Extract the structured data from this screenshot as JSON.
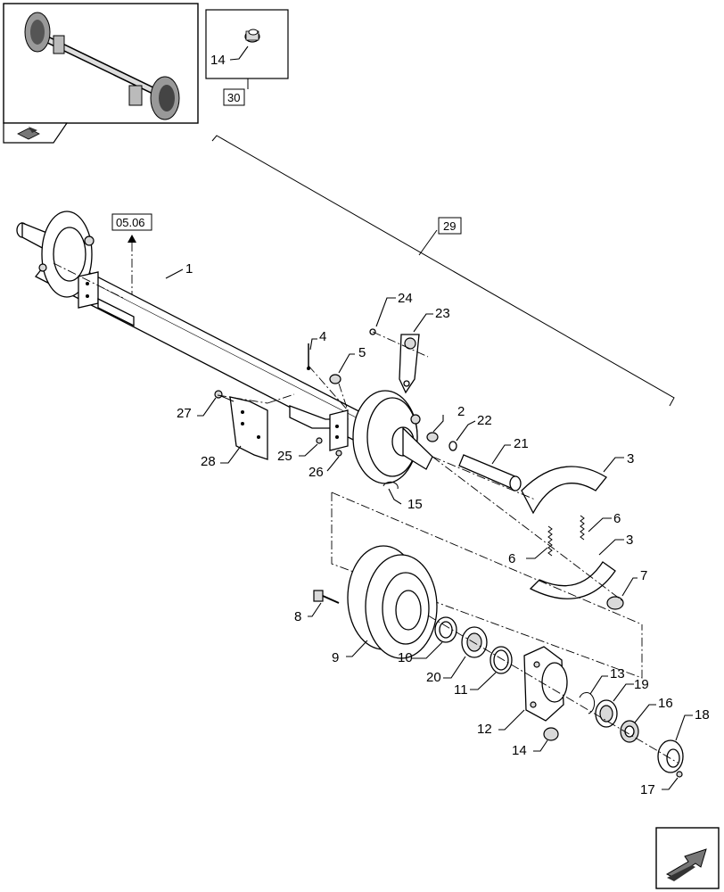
{
  "reference_boxes": {
    "ref_a": "05.06",
    "ref_b": "29",
    "ref_c": "30"
  },
  "inset_callout": "14",
  "callouts": [
    "1",
    "2",
    "3",
    "3",
    "4",
    "5",
    "6",
    "6",
    "7",
    "8",
    "9",
    "10",
    "11",
    "12",
    "13",
    "14",
    "15",
    "16",
    "17",
    "18",
    "19",
    "20",
    "21",
    "22",
    "23",
    "24",
    "25",
    "26",
    "27",
    "28"
  ]
}
